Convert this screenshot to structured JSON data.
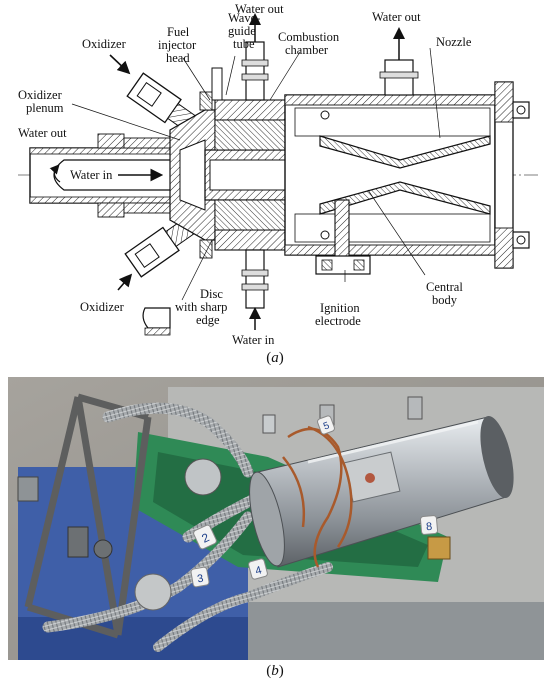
{
  "figure_a": {
    "labels": {
      "water_out_top": "Water out",
      "water_out_right": "Water out",
      "water_out_left": "Water out",
      "oxidizer_top": "Oxidizer",
      "oxidizer_bottom": "Oxidizer",
      "fuel_injector_head_1": "Fuel",
      "fuel_injector_head_2": "injector",
      "fuel_injector_head_3": "head",
      "waveguide_1": "Wave-",
      "waveguide_2": "guide",
      "waveguide_3": "tube",
      "combustion_1": "Combustion",
      "combustion_2": "chamber",
      "nozzle": "Nozzle",
      "oxidizer_plenum_1": "Oxidizer",
      "oxidizer_plenum_2": "plenum",
      "water_in_center": "Water in",
      "water_in_bottom": "Water in",
      "disc_1": "Disc",
      "disc_2": "with sharp",
      "disc_3": "edge",
      "ignition_1": "Ignition",
      "ignition_2": "electrode",
      "central_body_1": "Central",
      "central_body_2": "body"
    },
    "caption_letter": "a"
  },
  "figure_b": {
    "tags": [
      "2",
      "3",
      "4",
      "5",
      "8"
    ],
    "caption_letter": "b"
  }
}
